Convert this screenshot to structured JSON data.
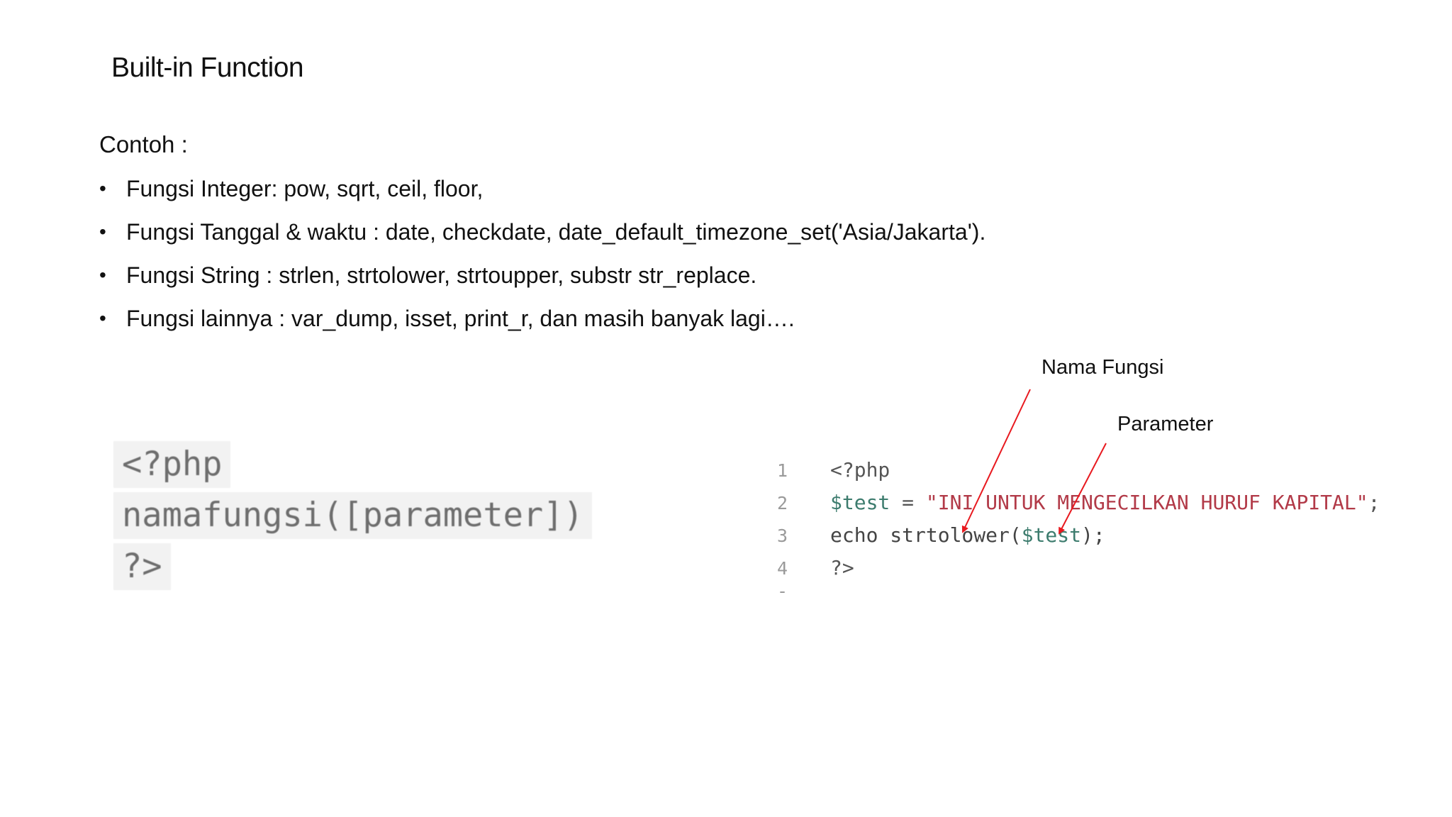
{
  "slide": {
    "title": "Built-in Function",
    "intro": "Contoh :",
    "bullets": [
      "Fungsi Integer: pow, sqrt, ceil, floor,",
      "Fungsi Tanggal & waktu : date, checkdate, date_default_timezone_set('Asia/Jakarta').",
      "Fungsi String : strlen, strtolower, strtoupper, substr str_replace.",
      "Fungsi lainnya : var_dump, isset, print_r, dan masih banyak lagi…."
    ],
    "bullet_symbol": "•"
  },
  "syntax_example": {
    "lines": [
      "<?php",
      "namafungsi([parameter])",
      "?>"
    ]
  },
  "code_example": {
    "line_numbers": [
      "1",
      "2",
      "3",
      "4"
    ],
    "line1": "<?php",
    "line2_var": "$test",
    "line2_op": " = ",
    "line2_str": "\"INI UNTUK MENGECILKAN HURUF KAPITAL\"",
    "line2_end": ";",
    "line3_echo": "echo strtolower(",
    "line3_var": "$test",
    "line3_end": ");",
    "line4": "?>",
    "trailing_mark": "-"
  },
  "annotations": {
    "function_name_label": "Nama Fungsi",
    "parameter_label": "Parameter",
    "arrow_color": "#e8191f"
  }
}
